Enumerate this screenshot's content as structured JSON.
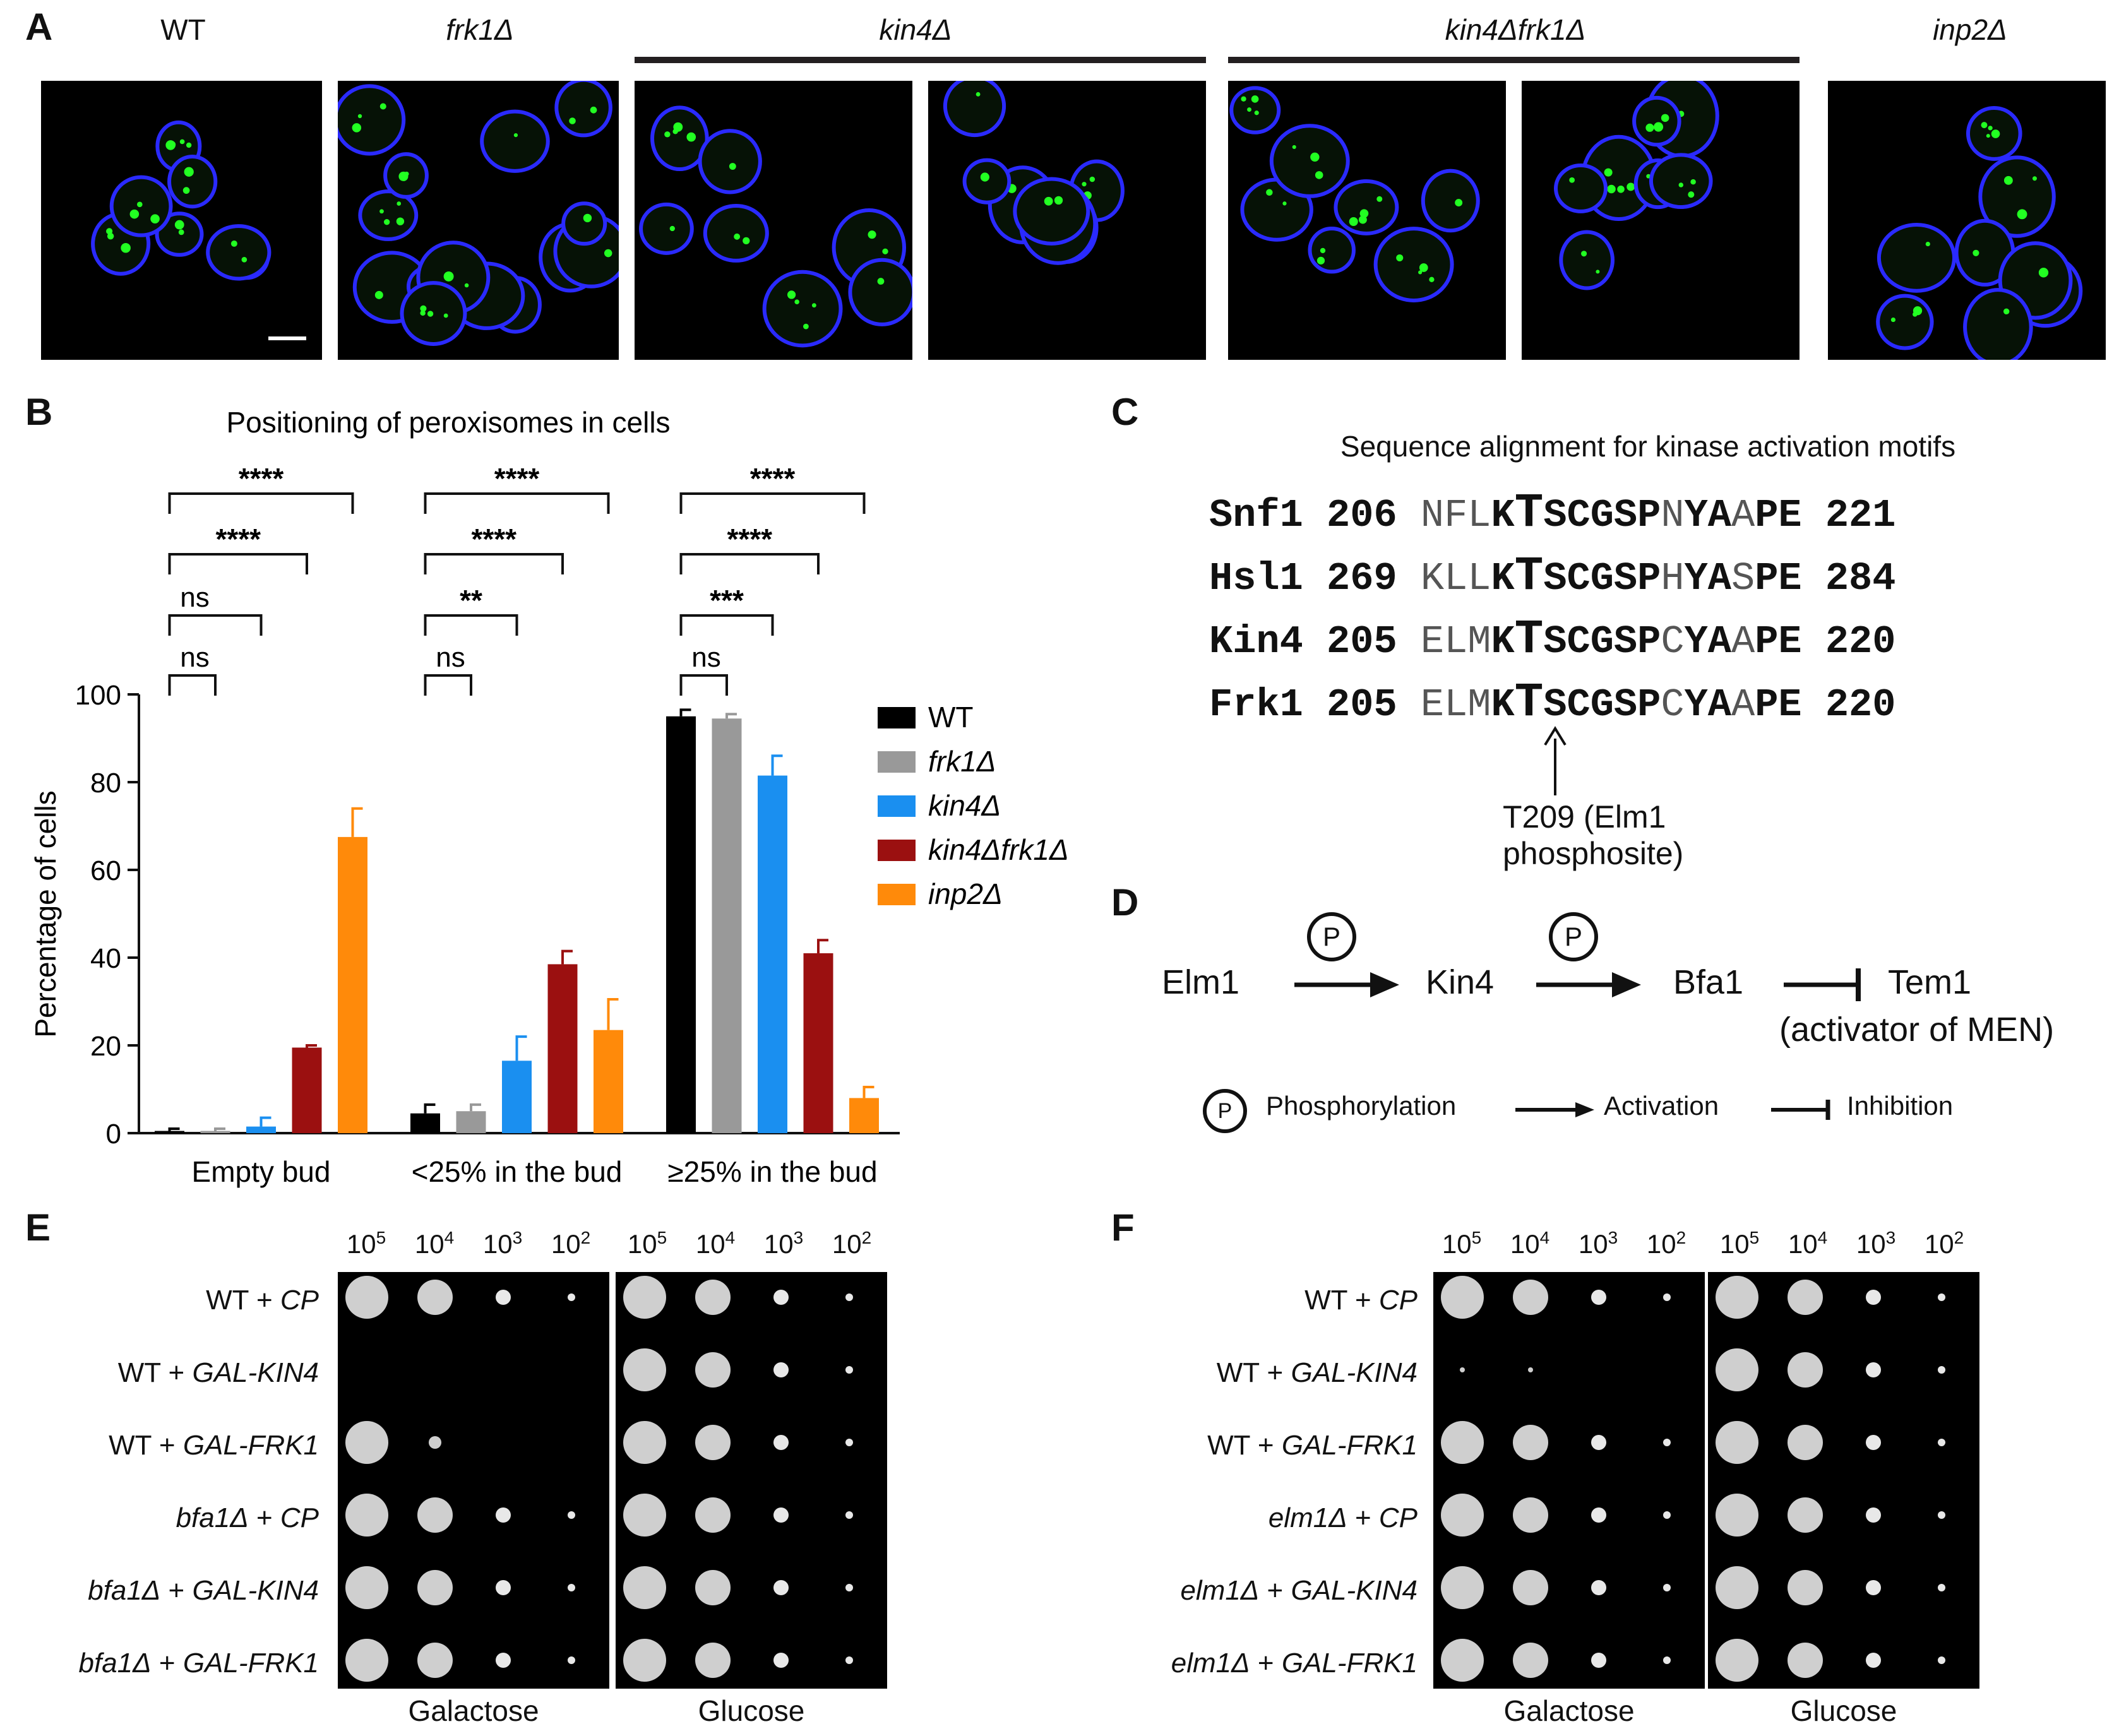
{
  "panels": {
    "A": {
      "label": "A",
      "headers": [
        {
          "text": "WT",
          "italic": false
        },
        {
          "text": "frk1Δ",
          "italic": true
        },
        {
          "text": "kin4Δ",
          "italic": true
        },
        {
          "text": "kin4Δfrk1Δ",
          "italic": true
        },
        {
          "text": "inp2Δ",
          "italic": true
        }
      ],
      "colors": {
        "background": "#000000",
        "cell_outline": "#2a2aff",
        "peroxisome": "#22ff22"
      }
    },
    "B": {
      "label": "B",
      "title": "Positioning of peroxisomes in cells",
      "ylabel": "Percentage of cells",
      "significance": {
        "empty_bud": [
          "ns",
          "ns",
          "****",
          "****"
        ],
        "lt25": [
          "ns",
          "**",
          "****",
          "****"
        ],
        "ge25": [
          "ns",
          "***",
          "****",
          "****"
        ]
      },
      "legend": [
        "WT",
        "frk1Δ",
        "kin4Δ",
        "kin4Δfrk1Δ",
        "inp2Δ"
      ]
    },
    "C": {
      "label": "C",
      "title": "Sequence alignment for kinase activation motifs",
      "rows": [
        {
          "name": "Snf1",
          "start": "206",
          "pre": "NFL",
          "k": "K",
          "t": "T",
          "mid": "SCGSP",
          "v1": "N",
          "ya": "YA",
          "v2": "A",
          "pe": "PE",
          "end": "221"
        },
        {
          "name": "Hsl1",
          "start": "269",
          "pre": "KLL",
          "k": "K",
          "t": "T",
          "mid": "SCGSP",
          "v1": "H",
          "ya": "YA",
          "v2": "S",
          "pe": "PE",
          "end": "284"
        },
        {
          "name": "Kin4",
          "start": "205",
          "pre": "ELM",
          "k": "K",
          "t": "T",
          "mid": "SCGSP",
          "v1": "C",
          "ya": "YA",
          "v2": "A",
          "pe": "PE",
          "end": "220"
        },
        {
          "name": "Frk1",
          "start": "205",
          "pre": "ELM",
          "k": "K",
          "t": "T",
          "mid": "SCGSP",
          "v1": "C",
          "ya": "YA",
          "v2": "A",
          "pe": "PE",
          "end": "220"
        }
      ],
      "annotation": "T209 (Elm1 phosphosite)"
    },
    "D": {
      "label": "D",
      "nodes": [
        "Elm1",
        "Kin4",
        "Bfa1",
        "Tem1"
      ],
      "tem1_note": "(activator of MEN)",
      "p_symbol": "P",
      "legend": {
        "phosphorylation": "Phosphorylation",
        "activation": "Activation",
        "inhibition": "Inhibition"
      }
    },
    "E": {
      "label": "E",
      "dilutions": [
        "5",
        "4",
        "3",
        "2"
      ],
      "dil_base": "10",
      "rows": [
        {
          "a": "WT + ",
          "b": "CP",
          "ai": false
        },
        {
          "a": "WT + ",
          "b": "GAL-KIN4",
          "ai": false
        },
        {
          "a": "WT + ",
          "b": "GAL-FRK1",
          "ai": false
        },
        {
          "a": "bfa1Δ",
          "b": "CP",
          "ai": true
        },
        {
          "a": "bfa1Δ",
          "b": "GAL-KIN4",
          "ai": true
        },
        {
          "a": "bfa1Δ",
          "b": "GAL-FRK1",
          "ai": true
        }
      ],
      "plates": [
        "Galactose",
        "Glucose"
      ]
    },
    "F": {
      "label": "F",
      "dilutions": [
        "5",
        "4",
        "3",
        "2"
      ],
      "dil_base": "10",
      "rows": [
        {
          "a": "WT + ",
          "b": "CP",
          "ai": false
        },
        {
          "a": "WT + ",
          "b": "GAL-KIN4",
          "ai": false
        },
        {
          "a": "WT + ",
          "b": "GAL-FRK1",
          "ai": false
        },
        {
          "a": "elm1Δ",
          "b": "CP",
          "ai": true
        },
        {
          "a": "elm1Δ",
          "b": "GAL-KIN4",
          "ai": true
        },
        {
          "a": "elm1Δ",
          "b": "GAL-FRK1",
          "ai": true
        }
      ],
      "plates": [
        "Galactose",
        "Glucose"
      ]
    }
  },
  "chart_data": {
    "type": "bar",
    "title": "Positioning of peroxisomes in cells",
    "ylabel": "Percentage of cells",
    "xlabel": "",
    "ylim": [
      0,
      100
    ],
    "yticks": [
      0,
      20,
      40,
      60,
      80,
      100
    ],
    "categories": [
      "Empty bud",
      "<25% in the bud",
      "≥25% in the bud"
    ],
    "series": [
      {
        "name": "WT",
        "color": "#000000",
        "values": [
          0.5,
          4.5,
          95
        ],
        "errors": [
          0.5,
          2,
          1.5
        ]
      },
      {
        "name": "frk1Δ",
        "color": "#999999",
        "values": [
          0.5,
          5,
          94.5
        ],
        "errors": [
          0.5,
          1.5,
          1
        ]
      },
      {
        "name": "kin4Δ",
        "color": "#1a8ff0",
        "values": [
          1.5,
          16.5,
          81.5
        ],
        "errors": [
          2,
          5.5,
          4.5
        ]
      },
      {
        "name": "kin4Δfrk1Δ",
        "color": "#9b1010",
        "values": [
          19.5,
          38.5,
          41
        ],
        "errors": [
          0.5,
          3,
          3
        ]
      },
      {
        "name": "inp2Δ",
        "color": "#ff8a0a",
        "values": [
          67.5,
          23.5,
          8
        ],
        "errors": [
          6.5,
          7,
          2.5
        ]
      }
    ],
    "legend_position": "right"
  }
}
